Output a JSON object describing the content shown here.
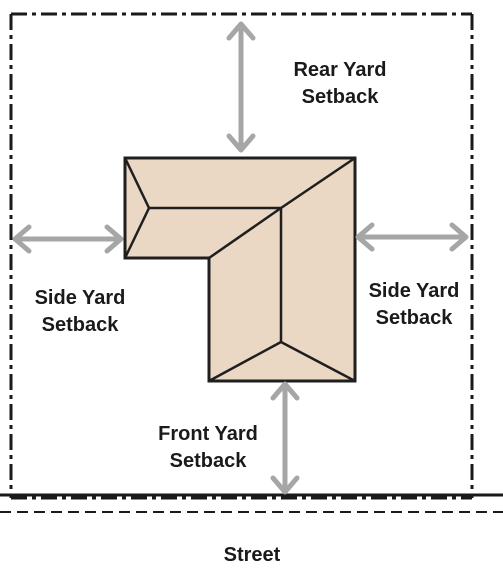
{
  "colors": {
    "lot_line": "#1a1a1a",
    "arrow": "#a6a6a6",
    "roof_fill": "#ead8c4",
    "roof_outline": "#1f1f1f",
    "background": "#ffffff",
    "label_text": "#1a1a1a"
  },
  "icons": {
    "arrow": "double-headed-arrow",
    "building": "l-shaped-hip-roof"
  },
  "labels": {
    "rear": {
      "line1": "Rear Yard",
      "line2": "Setback"
    },
    "left": {
      "line1": "Side Yard",
      "line2": "Setback"
    },
    "right": {
      "line1": "Side Yard",
      "line2": "Setback"
    },
    "front": {
      "line1": "Front Yard",
      "line2": "Setback"
    },
    "street": "Street"
  }
}
